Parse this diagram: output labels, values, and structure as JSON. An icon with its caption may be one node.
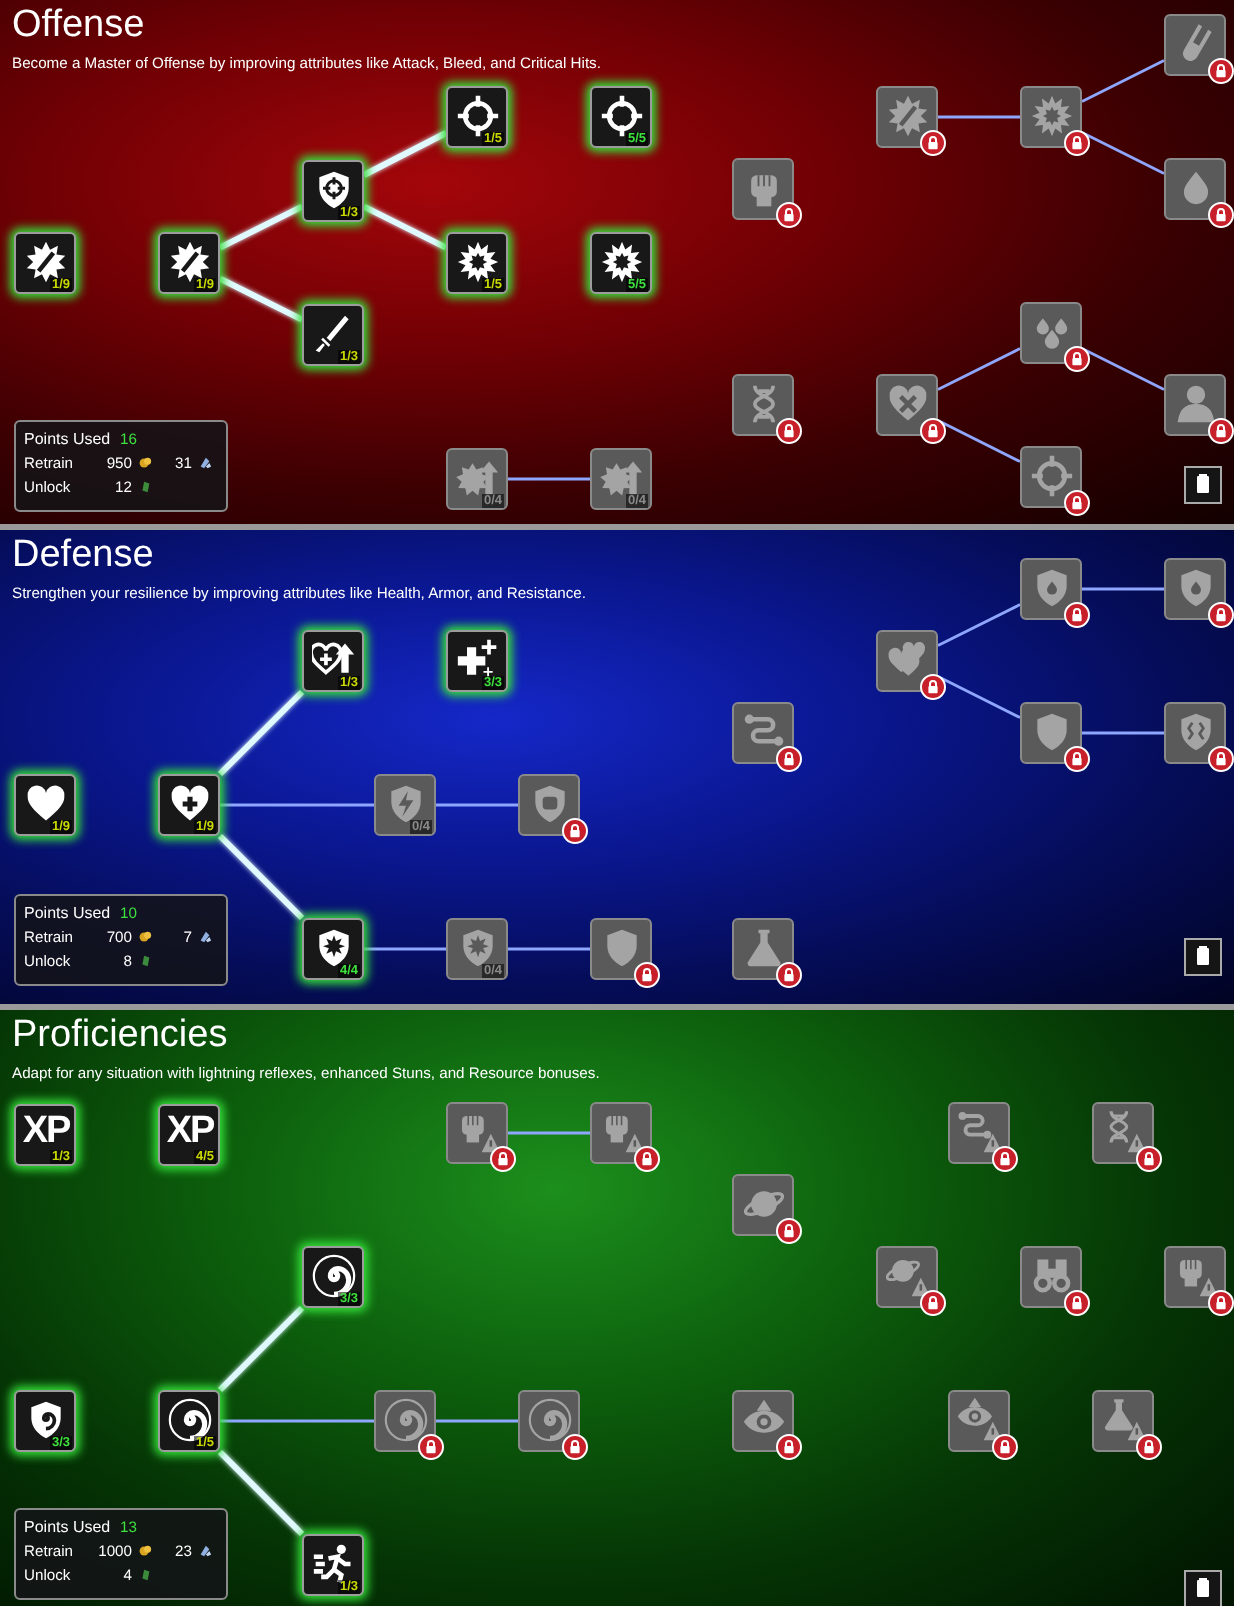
{
  "diagram": {
    "nodes": [
      {
        "text": [
          "Offense",
          "Become a Master of Offense by improving attributes like Attack, Bleed, and Critical Hits."
        ]
      },
      {
        "text": [
          "1/9"
        ],
        "in": 0
      },
      {
        "text": [
          "1/9"
        ],
        "in": 0
      },
      {
        "text": [
          "1/3"
        ],
        "in": 0
      },
      {
        "text": [
          "1/5"
        ],
        "in": 0
      },
      {
        "text": [
          "5/5"
        ],
        "in": 0
      },
      {
        "text": [
          "1/5"
        ],
        "in": 0
      },
      {
        "text": [
          "5/5"
        ],
        "in": 0
      },
      {
        "text": [
          "1/3"
        ],
        "in": 0
      },
      {
        "text": [
          "0/4"
        ],
        "in": 0
      },
      {
        "text": [
          "0/4"
        ],
        "in": 0
      },
      {
        "text": [],
        "shape": "picture",
        "in": 0
      },
      {
        "text": [],
        "shape": "picture",
        "in": 0
      },
      {
        "text": [],
        "shape": "picture",
        "in": 0
      },
      {
        "text": [],
        "shape": "picture",
        "in": 0
      },
      {
        "text": [],
        "shape": "picture",
        "in": 0
      },
      {
        "text": [],
        "shape": "picture",
        "in": 0
      },
      {
        "text": [],
        "shape": "picture",
        "in": 0
      },
      {
        "text": [],
        "shape": "picture",
        "in": 0
      },
      {
        "text": [],
        "shape": "picture",
        "in": 0
      },
      {
        "text": [],
        "shape": "picture",
        "in": 0
      },
      {
        "text": [
          "Points Used",
          "16",
          "Retrain",
          "950",
          "31",
          "Unlock",
          "12"
        ],
        "in": 0
      },
      {
        "text": [
          "Defense",
          "Strengthen your resilience by improving attributes like Health, Armor, and Resistance."
        ]
      },
      {
        "text": [
          "1/9"
        ],
        "in": 22
      },
      {
        "text": [
          "1/9"
        ],
        "in": 22
      },
      {
        "text": [
          "1/3"
        ],
        "in": 22
      },
      {
        "text": [
          "3/3"
        ],
        "in": 22
      },
      {
        "text": [
          "0/4"
        ],
        "in": 22
      },
      {
        "text": [],
        "shape": "picture",
        "in": 22
      },
      {
        "text": [
          "4/4"
        ],
        "in": 22
      },
      {
        "text": [
          "0/4"
        ],
        "in": 22
      },
      {
        "text": [],
        "shape": "picture",
        "in": 22
      },
      {
        "text": [],
        "shape": "picture",
        "in": 22
      },
      {
        "text": [],
        "shape": "picture",
        "in": 22
      },
      {
        "text": [],
        "shape": "picture",
        "in": 22
      },
      {
        "text": [],
        "shape": "picture",
        "in": 22
      },
      {
        "text": [],
        "shape": "picture",
        "in": 22
      },
      {
        "text": [],
        "shape": "picture",
        "in": 22
      },
      {
        "text": [],
        "shape": "picture",
        "in": 22
      },
      {
        "text": [
          "Points Used",
          "10",
          "Retrain",
          "700",
          "7",
          "Unlock",
          "8"
        ],
        "in": 22
      },
      {
        "text": [
          "Proficiencies",
          "Adapt for any situation with lightning reflexes, enhanced Stuns, and Resource bonuses."
        ]
      },
      {
        "text": [
          "XP",
          "1/3"
        ],
        "in": 40
      },
      {
        "text": [
          "XP",
          "4/5"
        ],
        "in": 40
      },
      {
        "text": [],
        "shape": "picture",
        "in": 40
      },
      {
        "text": [],
        "shape": "picture",
        "in": 40
      },
      {
        "text": [
          "3/3"
        ],
        "in": 40
      },
      {
        "text": [
          "3/3"
        ],
        "in": 40
      },
      {
        "text": [
          "1/5"
        ],
        "in": 40
      },
      {
        "text": [],
        "shape": "picture",
        "in": 40
      },
      {
        "text": [],
        "shape": "picture",
        "in": 40
      },
      {
        "text": [
          "1/3"
        ],
        "in": 40
      },
      {
        "text": [],
        "shape": "picture",
        "in": 40
      },
      {
        "text": [],
        "shape": "picture",
        "in": 40
      },
      {
        "text": [],
        "shape": "picture",
        "in": 40
      },
      {
        "text": [],
        "shape": "picture",
        "in": 40
      },
      {
        "text": [],
        "shape": "picture",
        "in": 40
      },
      {
        "text": [],
        "shape": "picture",
        "in": 40
      },
      {
        "text": [],
        "shape": "picture",
        "in": 40
      },
      {
        "text": [],
        "shape": "picture",
        "in": 40
      },
      {
        "text": [],
        "shape": "picture",
        "in": 40
      },
      {
        "text": [
          "Points Used",
          "13",
          "Retrain",
          "1000",
          "23",
          "Unlock",
          "4"
        ],
        "in": 40
      }
    ],
    "edges": [
      {
        "from": 1,
        "to": 2,
        "arrow": "none",
        "style": "thick",
        "color": "#dff9ff"
      },
      {
        "from": 2,
        "to": 3,
        "arrow": "none",
        "style": "thick",
        "color": "#dff9ff"
      },
      {
        "from": 2,
        "to": 8,
        "arrow": "none",
        "style": "thick",
        "color": "#dff9ff"
      },
      {
        "from": 3,
        "to": 4,
        "arrow": "none",
        "style": "thick",
        "color": "#dff9ff"
      },
      {
        "from": 3,
        "to": 6,
        "arrow": "none",
        "style": "thick",
        "color": "#dff9ff"
      },
      {
        "from": 4,
        "to": 5,
        "arrow": "none",
        "style": "thick",
        "color": "#dff9ff"
      },
      {
        "from": 6,
        "to": 7,
        "arrow": "none",
        "style": "thick",
        "color": "#dff9ff"
      },
      {
        "from": 9,
        "to": 10,
        "arrow": "none"
      },
      {
        "from": 11,
        "to": 12,
        "arrow": "none"
      },
      {
        "from": 12,
        "to": 13,
        "arrow": "none"
      },
      {
        "from": 12,
        "to": 14,
        "arrow": "none"
      },
      {
        "from": 17,
        "to": 18,
        "arrow": "none"
      },
      {
        "from": 17,
        "to": 20,
        "arrow": "none"
      },
      {
        "from": 18,
        "to": 19,
        "arrow": "none"
      },
      {
        "from": 23,
        "to": 24,
        "arrow": "none",
        "style": "thick",
        "color": "#dff9ff"
      },
      {
        "from": 24,
        "to": 25,
        "arrow": "none",
        "style": "thick",
        "color": "#dff9ff"
      },
      {
        "from": 25,
        "to": 26,
        "arrow": "none",
        "style": "thick",
        "color": "#dff9ff"
      },
      {
        "from": 24,
        "to": 27,
        "arrow": "none"
      },
      {
        "from": 27,
        "to": 28,
        "arrow": "none"
      },
      {
        "from": 24,
        "to": 29,
        "arrow": "none",
        "style": "thick",
        "color": "#dff9ff"
      },
      {
        "from": 29,
        "to": 30,
        "arrow": "none"
      },
      {
        "from": 30,
        "to": 31,
        "arrow": "none"
      },
      {
        "from": 32,
        "to": 33,
        "arrow": "none"
      },
      {
        "from": 32,
        "to": 35,
        "arrow": "none"
      },
      {
        "from": 33,
        "to": 34,
        "arrow": "none"
      },
      {
        "from": 35,
        "to": 36,
        "arrow": "none"
      },
      {
        "from": 41,
        "to": 42,
        "arrow": "none",
        "style": "thick",
        "color": "#dff9ff"
      },
      {
        "from": 43,
        "to": 44,
        "arrow": "none"
      },
      {
        "from": 46,
        "to": 47,
        "arrow": "none",
        "style": "thick",
        "color": "#dff9ff"
      },
      {
        "from": 47,
        "to": 45,
        "arrow": "none",
        "style": "thick",
        "color": "#dff9ff"
      },
      {
        "from": 47,
        "to": 48,
        "arrow": "none"
      },
      {
        "from": 48,
        "to": 49,
        "arrow": "none"
      },
      {
        "from": 47,
        "to": 50,
        "arrow": "none",
        "style": "thick",
        "color": "#dff9ff"
      }
    ]
  }
}
